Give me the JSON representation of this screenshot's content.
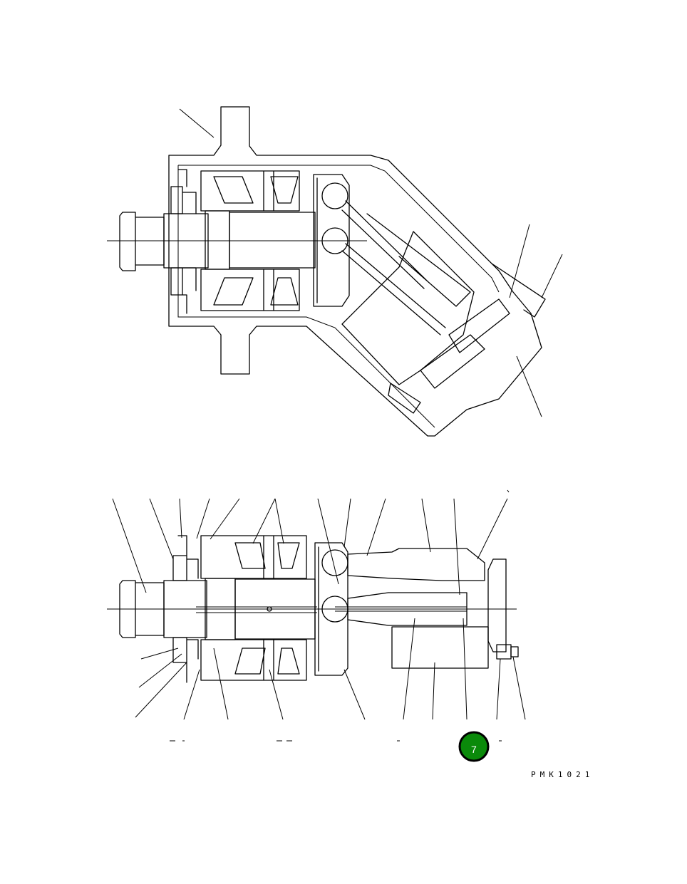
{
  "figure": {
    "drawing_code": "PMK1021",
    "callout_badge": {
      "label": "7",
      "color": "#0a8a0a",
      "ring_color": "#000000"
    },
    "line_color": "#000000",
    "background": "#ffffff",
    "views": [
      {
        "name": "top-assembly-cross-section"
      },
      {
        "name": "bottom-exploded-cross-section"
      }
    ]
  }
}
